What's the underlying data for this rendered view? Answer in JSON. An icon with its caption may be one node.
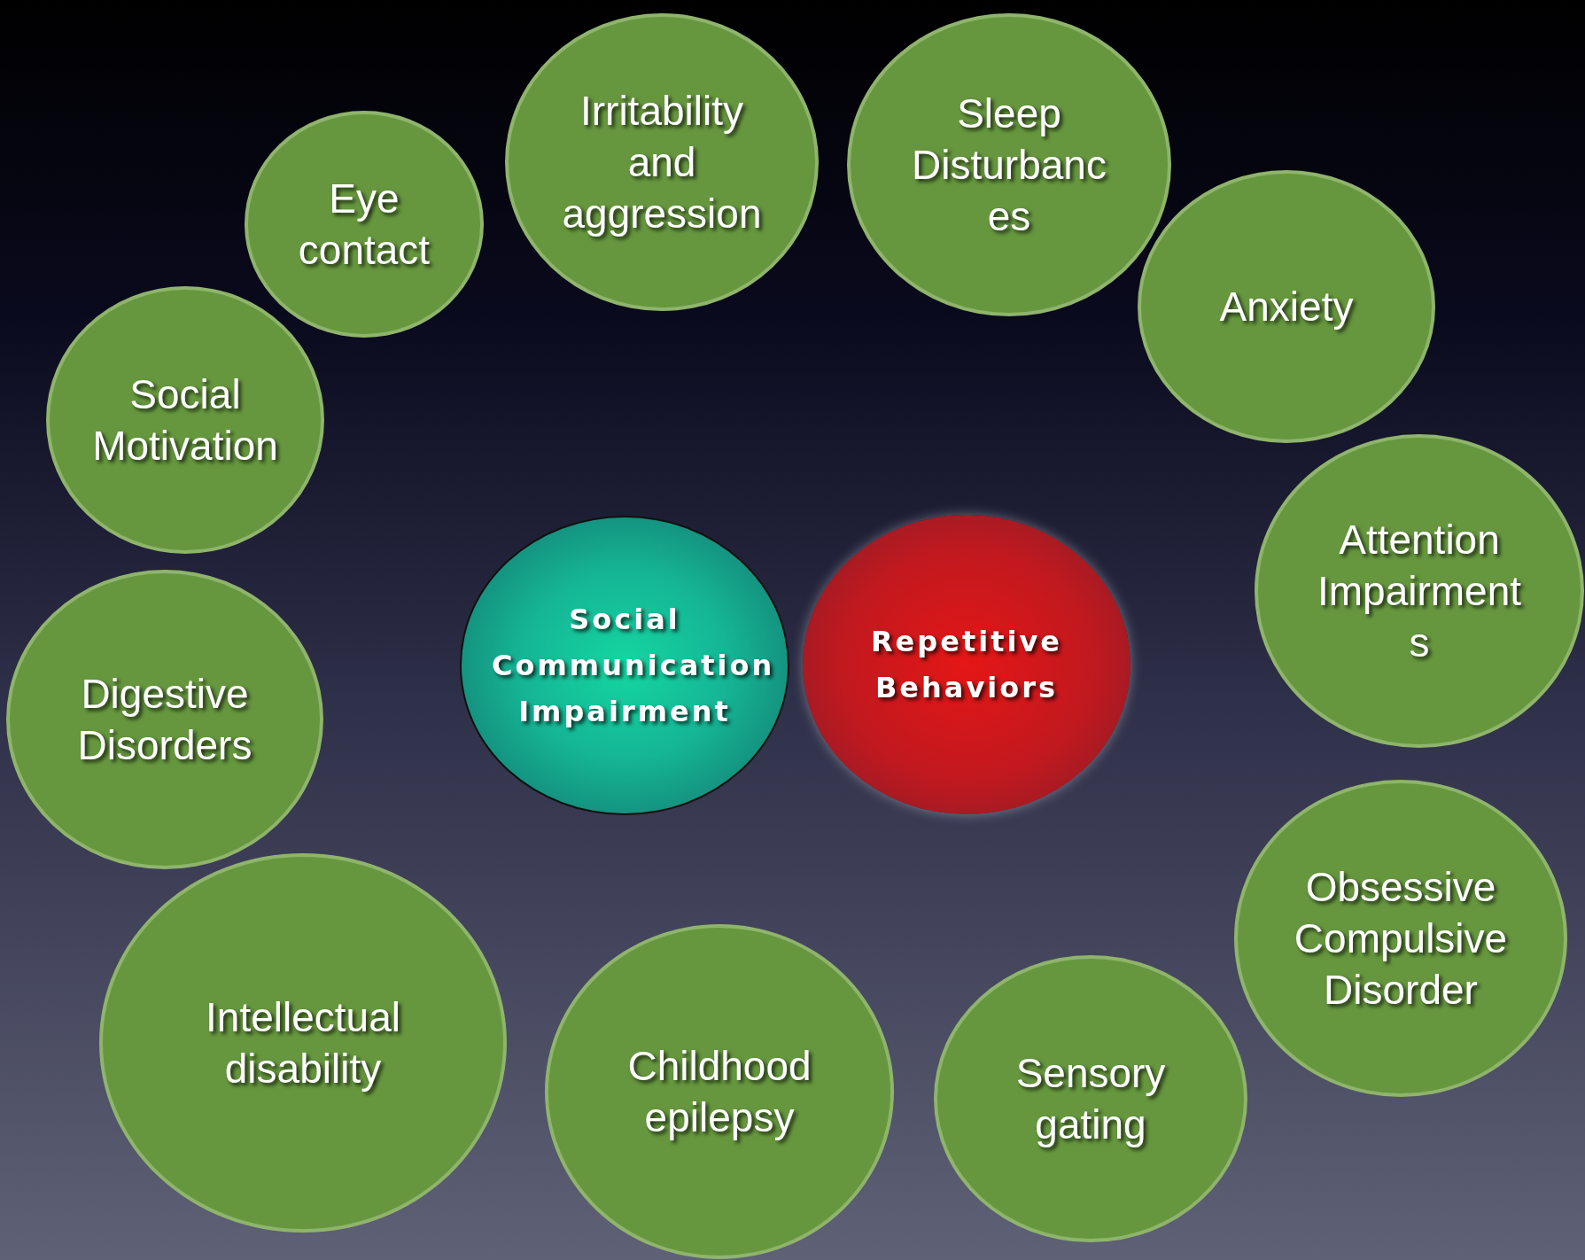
{
  "diagram": {
    "nodes": [
      {
        "text": [
          "Irritability and aggression"
        ]
      },
      {
        "text": [
          "Sleep Disturbanc es"
        ]
      },
      {
        "text": [
          "Eye contact"
        ]
      },
      {
        "text": [
          "Anxiety"
        ]
      },
      {
        "text": [
          "Social Motivation"
        ]
      },
      {
        "text": [
          "Attention Impairment s"
        ]
      },
      {
        "text": [
          "Social Communication Impairment"
        ]
      },
      {
        "text": [
          "Repetitive Behaviors"
        ]
      },
      {
        "text": [
          "Digestive Disorders"
        ]
      },
      {
        "text": [
          "Obsessive Compulsive Disorder"
        ]
      },
      {
        "text": [
          "Intellectual disability"
        ]
      },
      {
        "text": [
          "Childhood epilepsy"
        ]
      },
      {
        "text": [
          "Sensory gating"
        ]
      }
    ]
  }
}
